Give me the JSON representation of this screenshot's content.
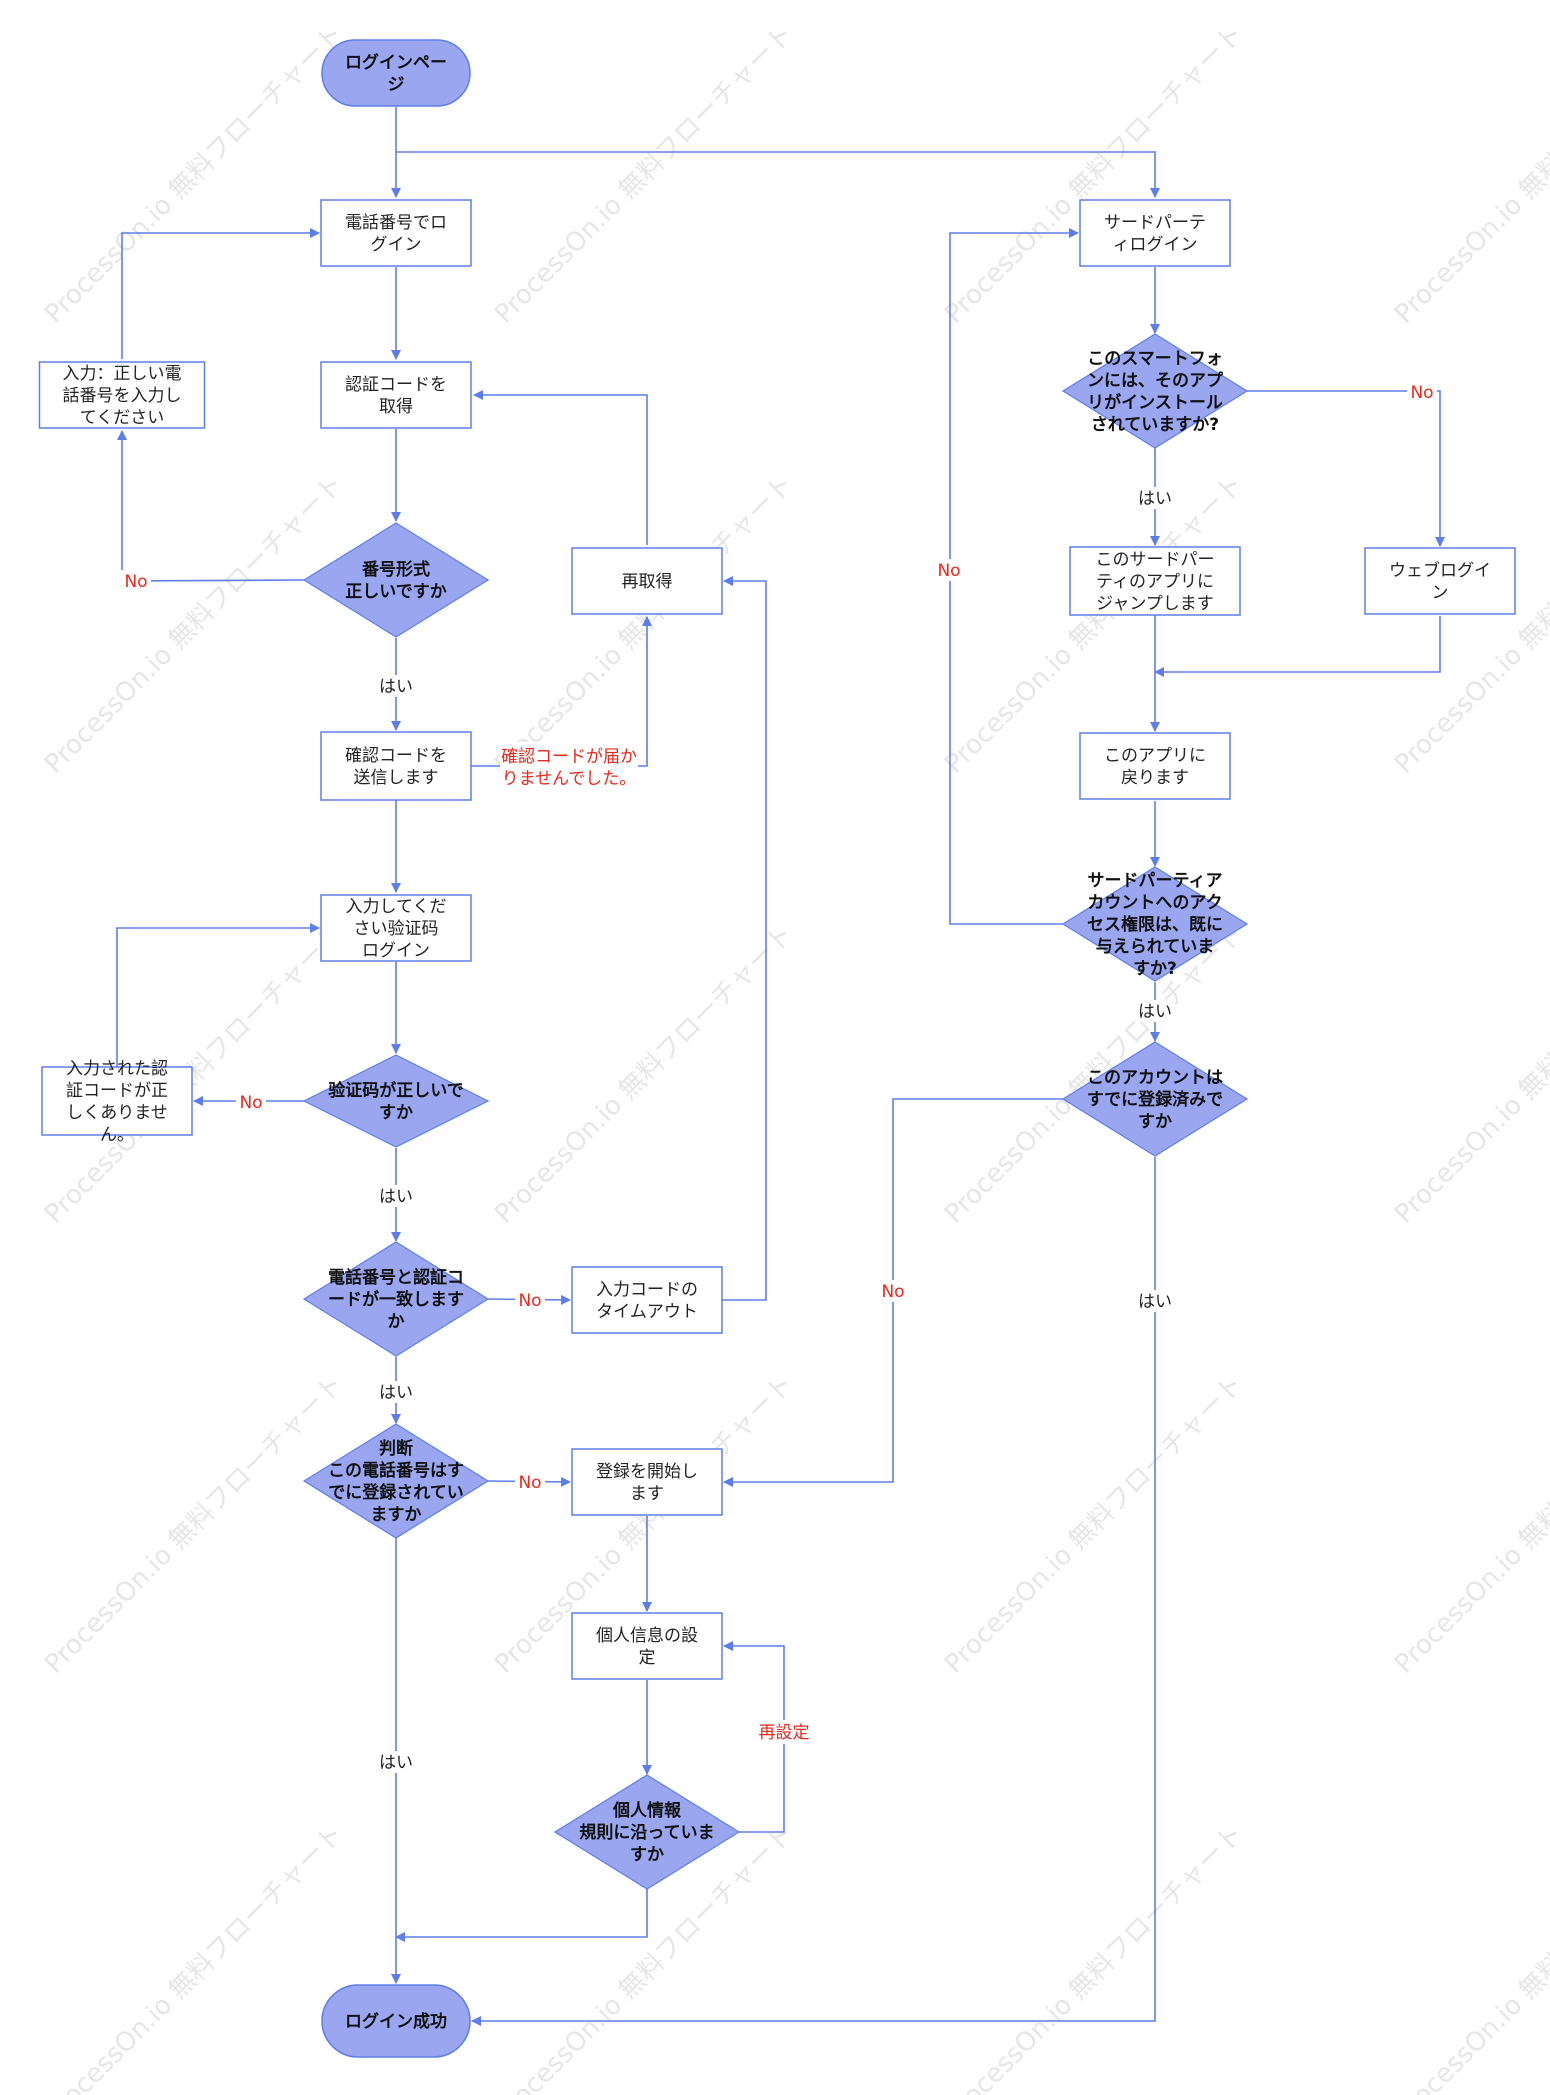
{
  "watermark": "ProcessOn.io 無料フローチャート",
  "colors": {
    "line": "#5d7ee8",
    "box_stroke": "#5d7ee8",
    "terminal_fill": "#9aa6f0",
    "decision_fill": "#9aa6f0",
    "label_red": "#e8281e",
    "label_dark": "#222222"
  },
  "nodes": {
    "start": [
      "ログインペー",
      "ジ"
    ],
    "phone_login": [
      "電話番号でロ",
      "グイン"
    ],
    "get_code": [
      "認証コードを",
      "取得"
    ],
    "input_correct_phone": [
      "入力：正しい電",
      "話番号を入力し",
      "てください"
    ],
    "format_check": [
      "番号形式",
      "正しいですか"
    ],
    "reacquire": [
      "再取得"
    ],
    "send_code": [
      "確認コードを",
      "送信します"
    ],
    "enter_code": [
      "入力してくだ",
      "さい验证码",
      "ログイン"
    ],
    "code_correct": [
      "验证码が正しいで",
      "すか"
    ],
    "code_wrong": [
      "入力された認",
      "証コードが正",
      "しくありませ",
      "ん。"
    ],
    "phone_code_match": [
      "電話番号と認証コ",
      "ードが一致します",
      "か"
    ],
    "code_timeout": [
      "入力コードの",
      "タイムアウト"
    ],
    "registered_check": [
      "判断",
      "この電話番号はす",
      "でに登録されてい",
      "ますか"
    ],
    "start_register": [
      "登録を開始し",
      "ます"
    ],
    "personal_info": [
      "個人信息の設",
      "定"
    ],
    "info_rule_check": [
      "個人情報",
      "規則に沿っていま",
      "すか"
    ],
    "login_success": [
      "ログイン成功"
    ],
    "third_party_login": [
      "サードパーテ",
      "ィログイン"
    ],
    "app_installed": [
      "このスマートフォ",
      "ンには、そのアプ",
      "リがインストール",
      "されていますか?"
    ],
    "jump_app": [
      "このサードパー",
      "ティのアプリに",
      "ジャンプします"
    ],
    "web_login": [
      "ウェブログイ",
      "ン"
    ],
    "return_app": [
      "このアプリに",
      "戻ります"
    ],
    "access_granted": [
      "サードパーティア",
      "カウントへのアク",
      "セス権限は、既に",
      "与えられていま",
      "すか?"
    ],
    "account_registered": [
      "このアカウントは",
      "すでに登録済みで",
      "すか"
    ]
  },
  "edge_labels": {
    "no": "No",
    "yes": "はい",
    "not_received": [
      "確認コードが届か",
      "りませんでした。"
    ],
    "reset": "再設定"
  }
}
